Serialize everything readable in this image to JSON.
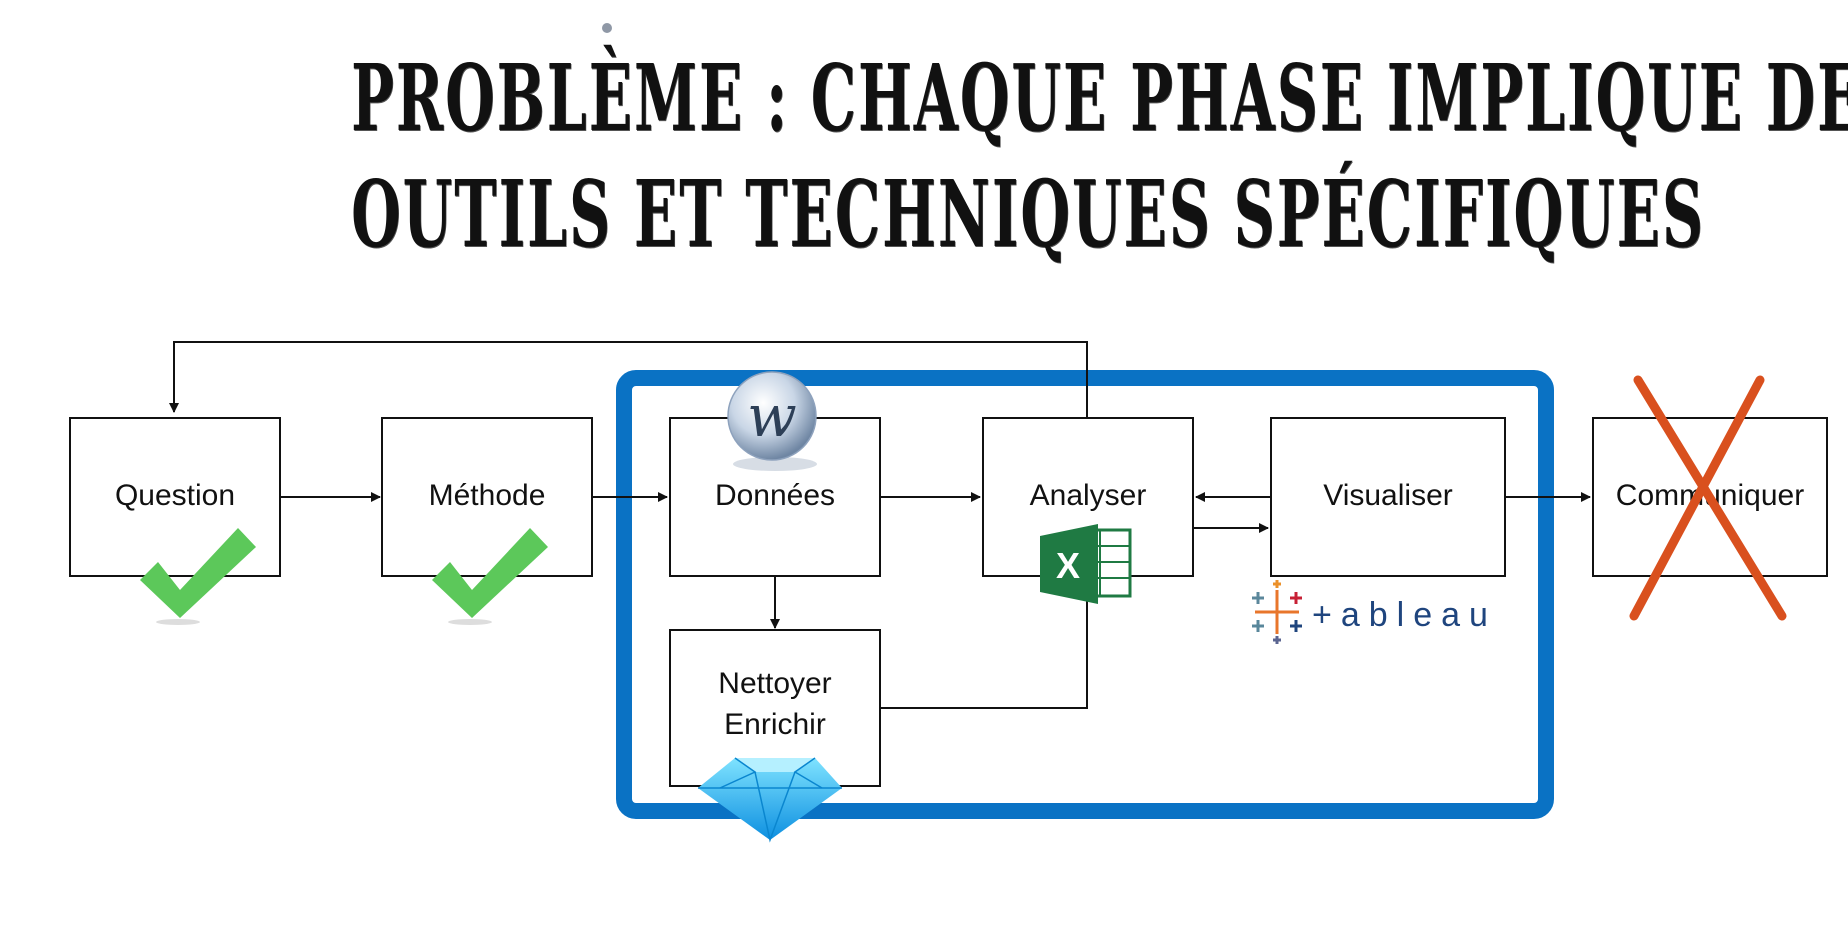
{
  "title": {
    "line1": "PROBLÈME : CHAQUE PHASE IMPLIQUE DES",
    "line2": "OUTILS ET TECHNIQUES SPÉCIFIQUES"
  },
  "nodes": {
    "question": "Question",
    "methode": "Méthode",
    "donnees": "Données",
    "nettoyer_line1": "Nettoyer",
    "nettoyer_line2": "Enrichir",
    "analyser": "Analyser",
    "visualiser": "Visualiser",
    "communiquer": "Communiquer"
  },
  "logos": {
    "excel_letter": "X",
    "tableau_wordmark": "+ableau",
    "wikidata_letter": "w"
  },
  "icons": {
    "check": "checkmark-icon",
    "cross": "cross-icon",
    "gem": "diamond-icon",
    "excel": "excel-icon",
    "tableau": "tableau-icon",
    "wiki": "wiki-globe-icon"
  },
  "colors": {
    "highlight_frame": "#0a72c4",
    "check_green": "#5cc85a",
    "cross_orange": "#d9501e",
    "excel_green": "#1f7a43",
    "gem_blue": "#29b6f6",
    "line": "#111111"
  }
}
